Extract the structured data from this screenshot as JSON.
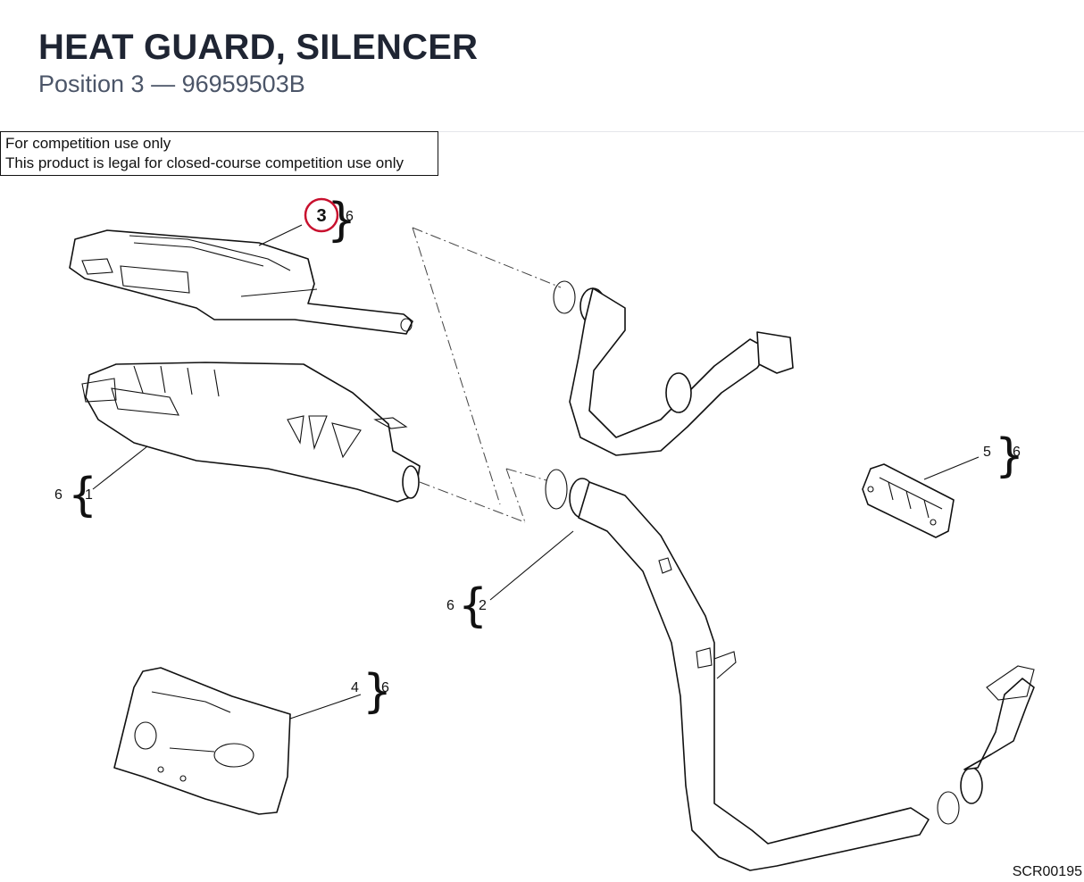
{
  "header": {
    "title": "HEAT GUARD, SILENCER",
    "subtitle": "Position 3 — 96959503B"
  },
  "notice": {
    "line1": "For competition use only",
    "line2": "This product is legal for closed-course competition use only"
  },
  "diagram": {
    "code": "SCR00195",
    "highlight_color": "#c8102e",
    "callouts": [
      {
        "id": "1",
        "kit": "6"
      },
      {
        "id": "2",
        "kit": "6"
      },
      {
        "id": "3",
        "kit": "6",
        "highlighted": true
      },
      {
        "id": "4",
        "kit": "6"
      },
      {
        "id": "5",
        "kit": "6"
      }
    ]
  }
}
